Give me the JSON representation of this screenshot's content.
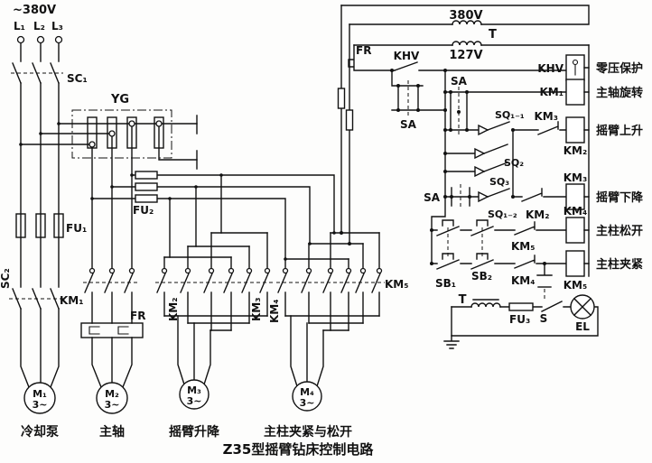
{
  "title": "Z35型摇臂钻床控制电路",
  "voltages": {
    "supply": "~380V",
    "primary": "380V",
    "secondary": "127V"
  },
  "phases": [
    "L₁",
    "L₂",
    "L₃"
  ],
  "devices": {
    "sc1": "SC₁",
    "sc2": "SC₂",
    "yg": "YG",
    "fu1": "FU₁",
    "fu2": "FU₂",
    "fu3": "FU₃",
    "fr": "FR",
    "t": "T",
    "s": "S",
    "el": "EL",
    "khv": "KHV",
    "sa": "SA",
    "km1": "KM₁",
    "km2": "KM₂",
    "km3": "KM₃",
    "km4": "KM₄",
    "km5": "KM₅",
    "sq1_1": "SQ₁₋₁",
    "sq1_2": "SQ₁₋₂",
    "sq2": "SQ₂",
    "sq3": "SQ₃",
    "sb1": "SB₁",
    "sb2": "SB₂"
  },
  "functions": {
    "zero_volt": "零压保护",
    "spindle": "主轴旋转",
    "arm_up": "摇臂上升",
    "arm_down": "摇臂下降",
    "column_release": "主柱松开",
    "column_clamp": "主柱夹紧"
  },
  "motors": [
    {
      "id": "M₁",
      "sub": "3~",
      "name": "冷却泵"
    },
    {
      "id": "M₂",
      "sub": "3~",
      "name": "主轴"
    },
    {
      "id": "M₃",
      "sub": "3~",
      "name": "摇臂升降"
    },
    {
      "id": "M₄",
      "sub": "3~",
      "name": "主柱夹紧与松开"
    }
  ]
}
